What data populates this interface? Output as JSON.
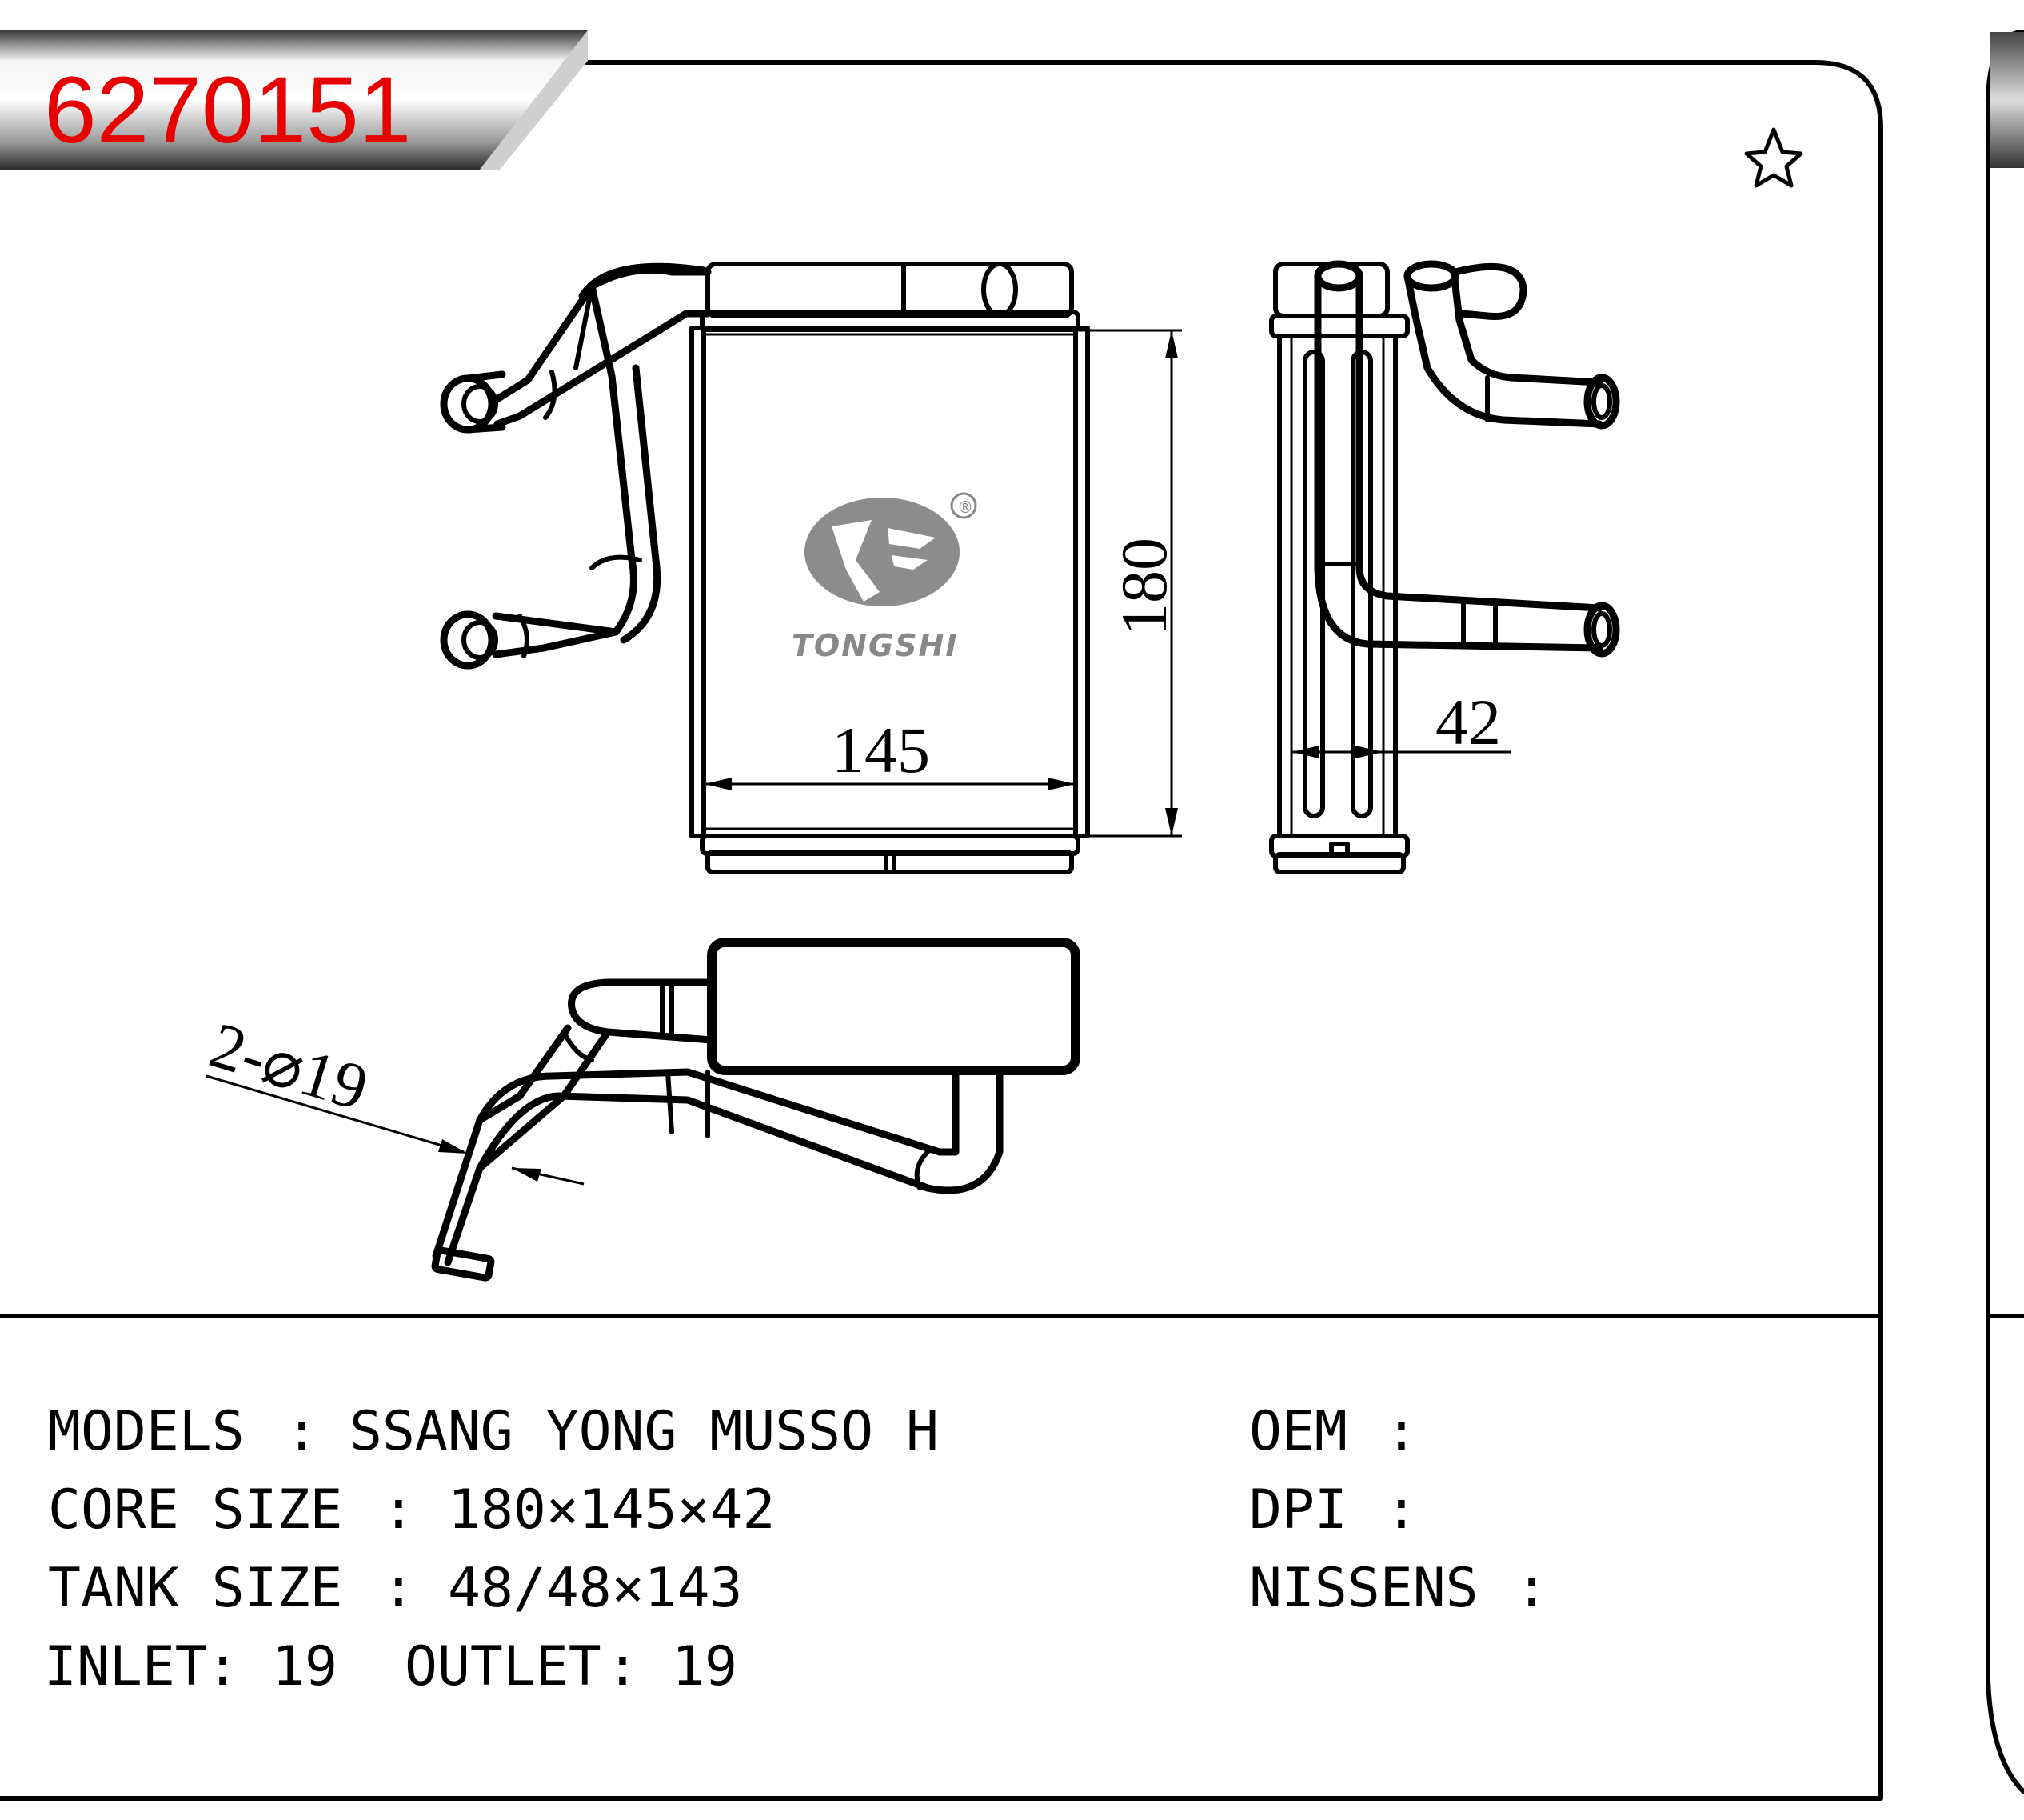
{
  "part_number": "6270151",
  "logo": {
    "brand": "TONGSHI",
    "registered_mark": "®"
  },
  "dimensions": {
    "height": "180",
    "width": "145",
    "depth": "42",
    "pipe_diameter": "2-⌀19"
  },
  "specs": {
    "models_label": "MODELS",
    "models_value": "SSANG YONG MUSSO H",
    "core_label": "CORE SIZE",
    "core_value": "180×145×42",
    "tank_label": "TANK SIZE",
    "tank_value": "48/48×143",
    "inlet_label": "INLET",
    "inlet_value": "19",
    "outlet_label": "OUTLET",
    "outlet_value": "19",
    "separator": ":",
    "oem_label": "OEM",
    "dpi_label": "DPI",
    "nissens_label": "NISSENS"
  },
  "colors": {
    "part_number": "#e60000",
    "logo": "#888888"
  },
  "icons": [
    "star-icon"
  ]
}
